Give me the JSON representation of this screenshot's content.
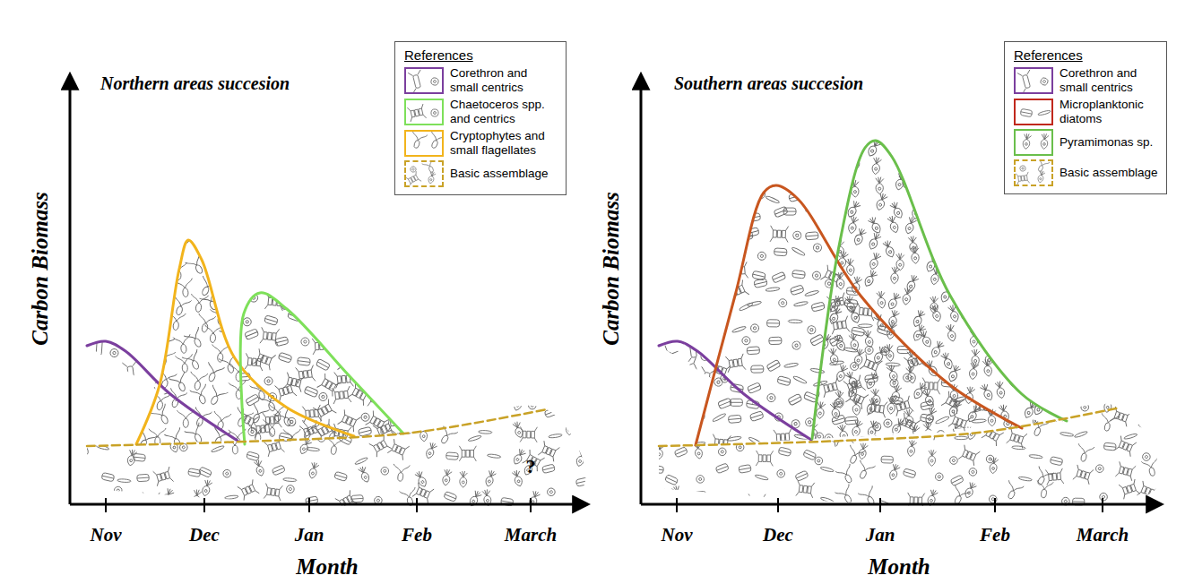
{
  "diagram": {
    "labels": [
      "Northern areas succesion",
      "References",
      "Carbon Biomass",
      "Nov",
      "Dec",
      "Jan",
      "Feb",
      "March",
      "?",
      "Month",
      "Southern areas succesion",
      "References",
      "Carbon Biomass",
      "Nov",
      "Dec",
      "Jan",
      "Feb",
      "March",
      "Month"
    ],
    "legend": [
      {
        "text": "Corethron and small centrics",
        "color": "#7b3f9e"
      },
      {
        "text": "Chaetoceros spp. and centrics",
        "color": "#7ee05a"
      },
      {
        "text": "Cryptophytes and small flagellates",
        "color": "#f2b41c"
      },
      {
        "text": "Basic assemblage",
        "color": "#c9a227"
      },
      {
        "text": "Corethron and small centrics",
        "color": "#7b3f9e"
      },
      {
        "text": "Microplanktonic diatoms",
        "color": "#c0281c"
      },
      {
        "text": "Pyramimonas sp.",
        "color": "#6abf4b"
      },
      {
        "text": "Basic assemblage",
        "color": "#c9a227"
      }
    ]
  }
}
